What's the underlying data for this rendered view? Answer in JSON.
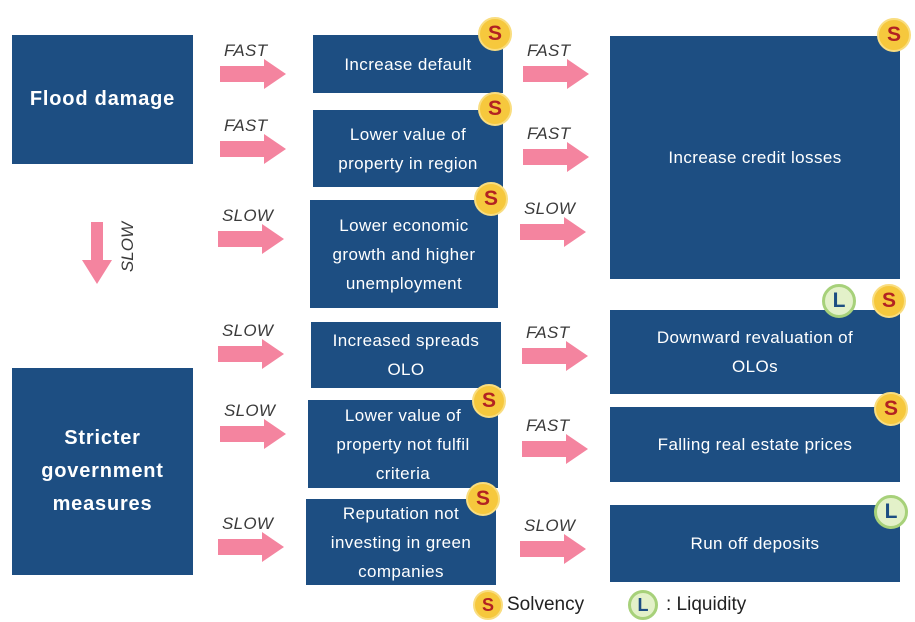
{
  "sources": {
    "flood": "Flood damage",
    "stricter": [
      "Stricter",
      "government",
      "measures"
    ]
  },
  "vertical_arrow": {
    "label": "SLOW"
  },
  "middle_boxes": [
    {
      "lines": [
        "Increase default"
      ],
      "in_label": "FAST",
      "out_label": "FAST",
      "badge": "S"
    },
    {
      "lines": [
        "Lower value of",
        "property in region"
      ],
      "in_label": "FAST",
      "out_label": "FAST",
      "badge": "S"
    },
    {
      "lines": [
        "Lower economic",
        "growth and higher",
        "unemployment"
      ],
      "in_label": "SLOW",
      "out_label": "SLOW",
      "badge": "S"
    },
    {
      "lines": [
        "Increased spreads",
        "OLO"
      ],
      "in_label": "SLOW",
      "out_label": "FAST",
      "badge": ""
    },
    {
      "lines": [
        "Lower value of",
        "property not fulfil",
        "criteria"
      ],
      "in_label": "SLOW",
      "out_label": "FAST",
      "badge": "S"
    },
    {
      "lines": [
        "Reputation not",
        "investing in green",
        "companies"
      ],
      "in_label": "SLOW",
      "out_label": "SLOW",
      "badge": "S"
    }
  ],
  "right_boxes": [
    {
      "lines": [
        "Increase credit losses"
      ],
      "badges": [
        "S"
      ]
    },
    {
      "lines": [
        "Downward revaluation of",
        "OLOs"
      ],
      "badges": [
        "L",
        "S"
      ]
    },
    {
      "lines": [
        "Falling real estate prices"
      ],
      "badges": [
        "S"
      ]
    },
    {
      "lines": [
        "Run off deposits"
      ],
      "badges": [
        "L"
      ]
    }
  ],
  "legend": {
    "solvency_badge": "S",
    "solvency_label": "Solvency",
    "liquidity_badge": "L",
    "liquidity_label": ": Liquidity"
  },
  "colors": {
    "box": "#1d4e82",
    "arrow": "#f4849f",
    "solvency_badge": "#f6c83d",
    "liquidity_badge": "#e3f1c9"
  }
}
